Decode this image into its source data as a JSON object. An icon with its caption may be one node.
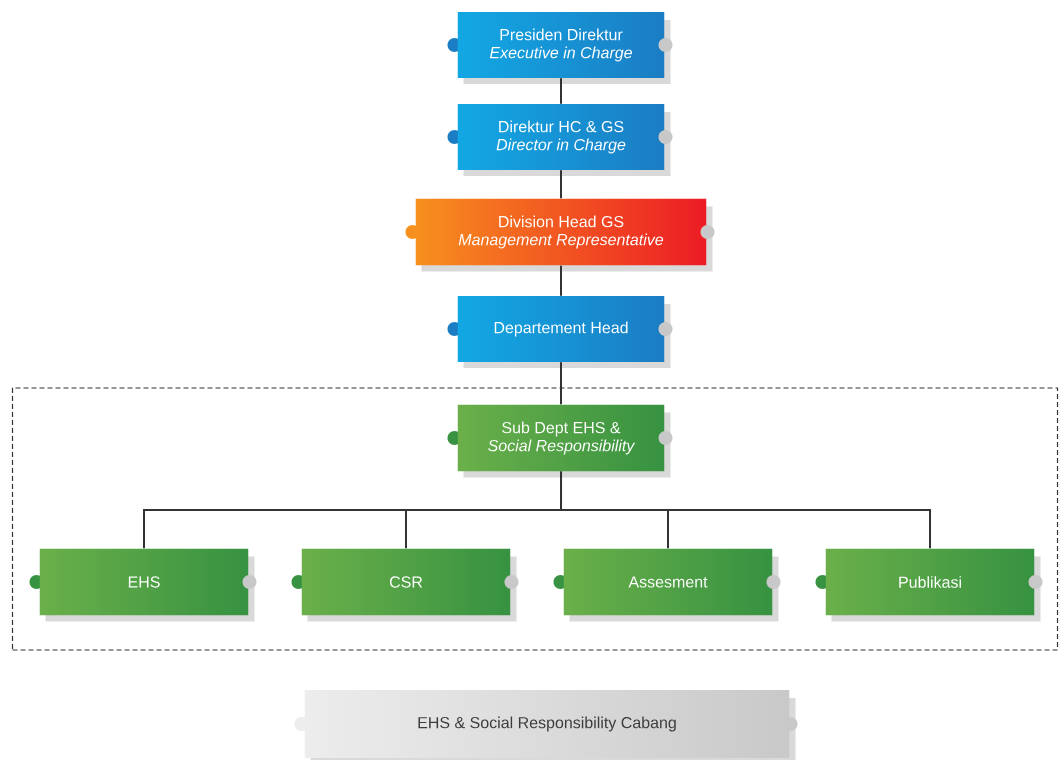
{
  "diagram": {
    "nodes": [
      {
        "text": [
          "Presiden Direktur",
          "Executive in Charge"
        ]
      },
      {
        "text": [
          "Direktur HC & GS",
          "Director in Charge"
        ]
      },
      {
        "text": [
          "Division Head GS",
          "Management Representative"
        ]
      },
      {
        "text": [
          "Departement Head"
        ]
      },
      {
        "text": [],
        "shape": "box"
      },
      {
        "text": [
          "Sub Dept EHS &",
          "Social Responsibility"
        ],
        "in": 4
      },
      {
        "text": [
          "EHS"
        ],
        "in": 4
      },
      {
        "text": [
          "CSR"
        ],
        "in": 4
      },
      {
        "text": [
          "Assesment"
        ],
        "in": 4
      },
      {
        "text": [
          "Publikasi"
        ],
        "in": 4
      },
      {
        "text": [
          "EHS & Social Responsibility Cabang"
        ]
      }
    ],
    "edges": [
      {
        "from": 0,
        "to": 1,
        "arrow": "none"
      },
      {
        "from": 1,
        "to": 2,
        "arrow": "none"
      },
      {
        "from": 2,
        "to": 3,
        "arrow": "none"
      },
      {
        "from": 3,
        "to": 5,
        "arrow": "none"
      },
      {
        "from": 5,
        "to": 6,
        "arrow": "none"
      },
      {
        "from": 5,
        "to": 7,
        "arrow": "none"
      },
      {
        "from": 5,
        "to": 8,
        "arrow": "none"
      },
      {
        "from": 5,
        "to": 9,
        "arrow": "none"
      }
    ]
  }
}
